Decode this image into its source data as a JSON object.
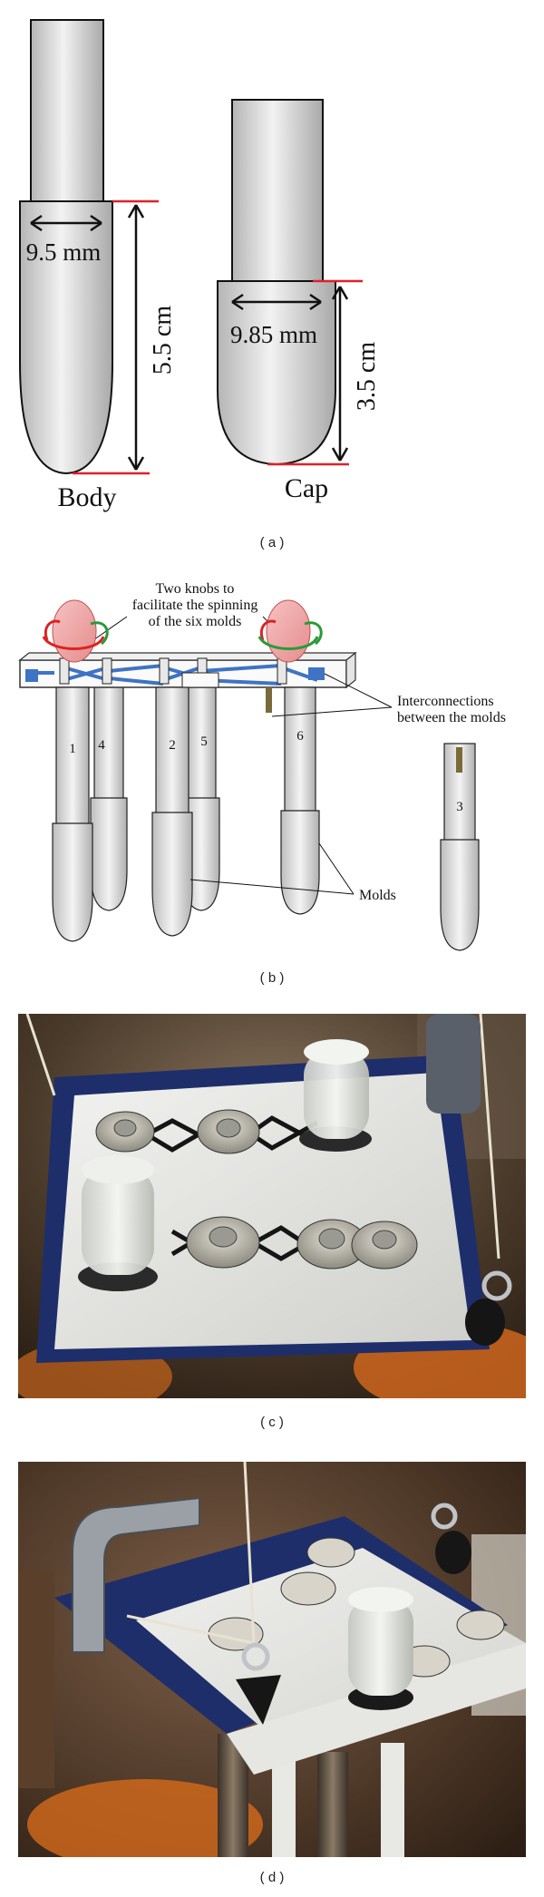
{
  "panel_a": {
    "body_width": "9.5 mm",
    "body_length": "5.5 cm",
    "body_label": "Body",
    "cap_width": "9.85 mm",
    "cap_length": "3.5 cm",
    "cap_label": "Cap",
    "caption": "( a )"
  },
  "panel_b": {
    "knobs_note_line1": "Two knobs to",
    "knobs_note_line2": "facilitate the spinning",
    "knobs_note_line3": "of the six molds",
    "interconnections_line1": "Interconnections",
    "interconnections_line2": "between the molds",
    "molds_label": "Molds",
    "mold_numbers": [
      "1",
      "4",
      "2",
      "5",
      "6",
      "3"
    ],
    "caption": "( b )"
  },
  "panel_c": {
    "caption": "( c )"
  },
  "panel_d": {
    "caption": "( d )"
  },
  "colors": {
    "red_marker": "#e0202a",
    "blue_link": "#3f73c4",
    "knob_pink": "#f1a3a3"
  }
}
